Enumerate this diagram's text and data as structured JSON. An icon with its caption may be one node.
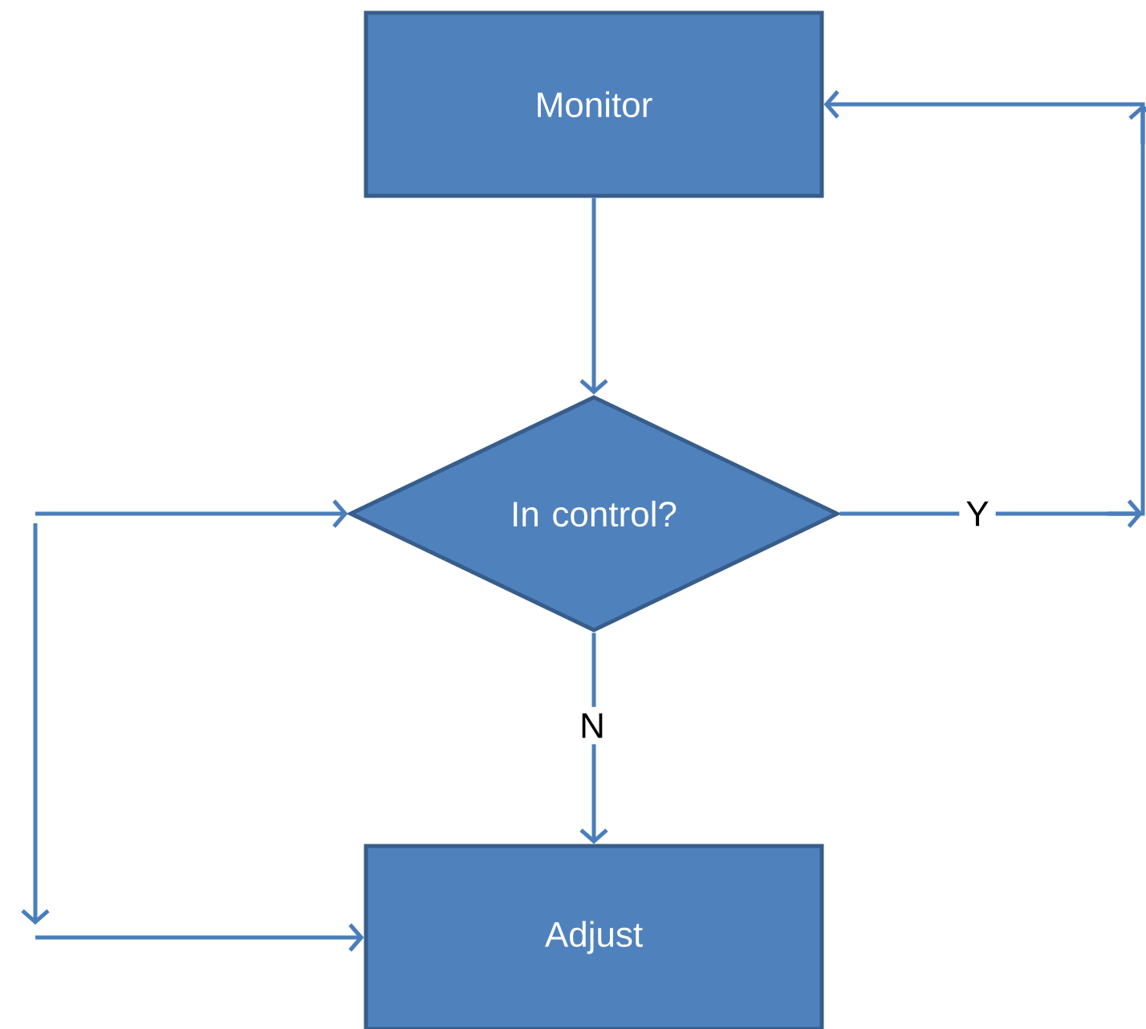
{
  "diagram": {
    "nodes": [
      {
        "text": [
          "Monitor"
        ]
      },
      {
        "text": [
          "In control?"
        ]
      },
      {
        "text": [
          "Adjust"
        ]
      }
    ],
    "edges": [
      {
        "from": 0,
        "to": 1,
        "arrow": "to"
      },
      {
        "from": 1,
        "to": 0,
        "arrow": "to",
        "label": "Y"
      },
      {
        "from": 1,
        "to": 2,
        "arrow": "to",
        "label": "N"
      },
      {
        "from": null,
        "to": 1,
        "arrow": "to"
      },
      {
        "from": null,
        "to": 2,
        "arrow": "to"
      }
    ]
  }
}
